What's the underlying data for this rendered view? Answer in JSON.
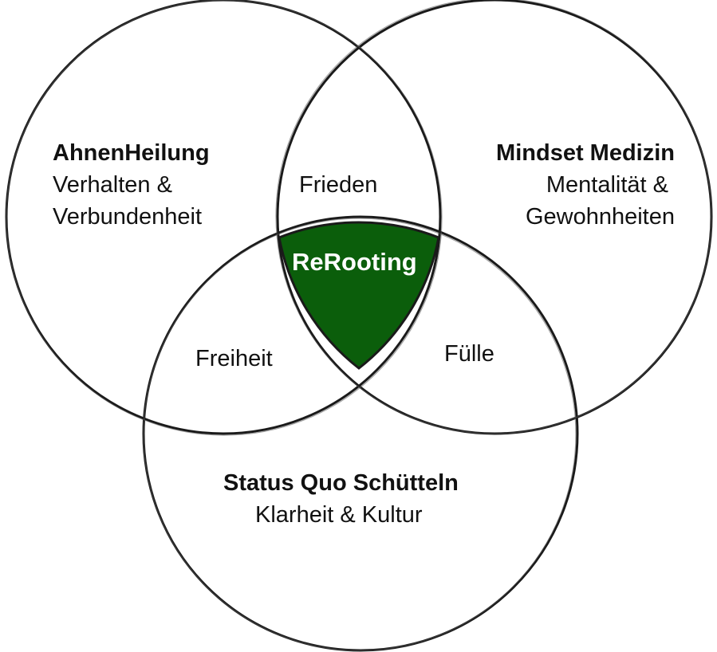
{
  "colors": {
    "outline": "#1a1a1a",
    "center_fill": "#0b5e0b",
    "center_text": "#ffffff",
    "background": "#ffffff"
  },
  "circles": {
    "left": {
      "title": "AhnenHeilung",
      "line1": "Verhalten &",
      "line2": "Verbundenheit"
    },
    "right": {
      "title": "Mindset Medizin",
      "line1": "Mentalität &",
      "line2": "Gewohnheiten"
    },
    "bottom": {
      "title": "Status Quo Schütteln",
      "line1": "Klarheit & Kultur"
    }
  },
  "overlaps": {
    "left_right": "Frieden",
    "left_bottom": "Freiheit",
    "right_bottom": "Fülle",
    "center": "ReRooting"
  }
}
